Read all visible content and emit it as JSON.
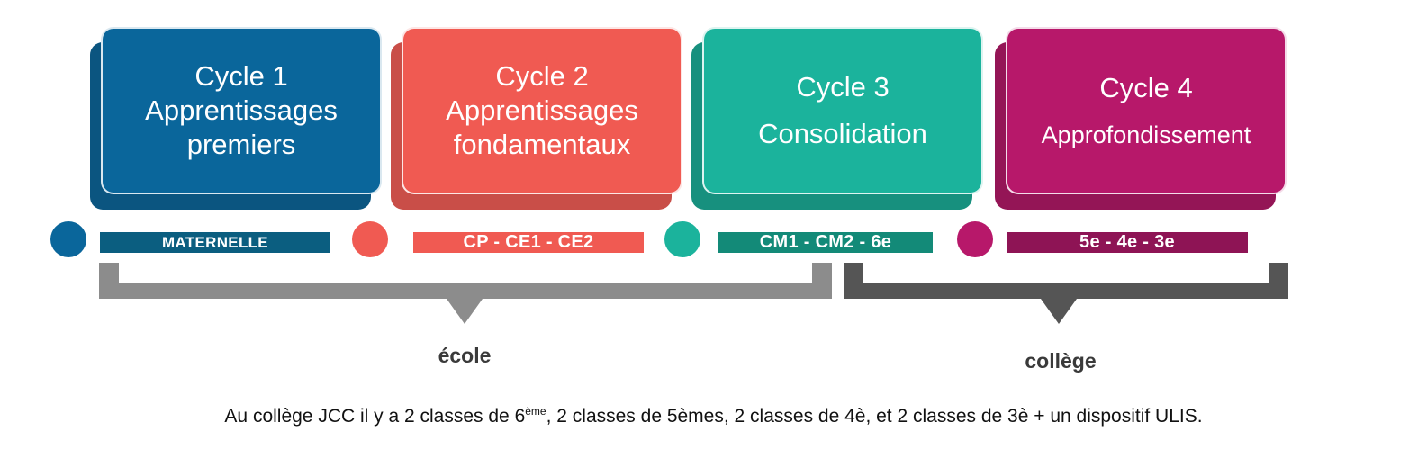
{
  "cycles": [
    {
      "title": "Cycle 1",
      "subtitle": "Apprentissages\npremiers",
      "classes": "MATERNELLE",
      "color": "#0a669b",
      "shadow": "#0b5580"
    },
    {
      "title": "Cycle 2",
      "subtitle": "Apprentissages\nfondamentaux",
      "classes": "CP - CE1 - CE2",
      "color": "#f05a52",
      "shadow": "#c94e48"
    },
    {
      "title": "Cycle 3",
      "subtitle": "Consolidation",
      "classes": "CM1 - CM2 - 6e",
      "color": "#1bb39c",
      "shadow": "#17907e"
    },
    {
      "title": "Cycle 4",
      "subtitle": "Approfondissement",
      "classes": "5e - 4e - 3e",
      "color": "#b7186a",
      "shadow": "#941556"
    }
  ],
  "band_colors": [
    "#0b5e80",
    "#f05a52",
    "#138a78",
    "#8e1455"
  ],
  "groups": {
    "ecole": {
      "label": "école",
      "color": "#8c8c8c"
    },
    "college": {
      "label": "collège",
      "color": "#555555"
    }
  },
  "caption": {
    "part1": "Au collège JCC il y a 2 classes de 6",
    "sup": "ème",
    "part2": ", 2 classes de 5èmes, 2 classes de 4è, et 2 classes de 3è + un dispositif ULIS."
  }
}
